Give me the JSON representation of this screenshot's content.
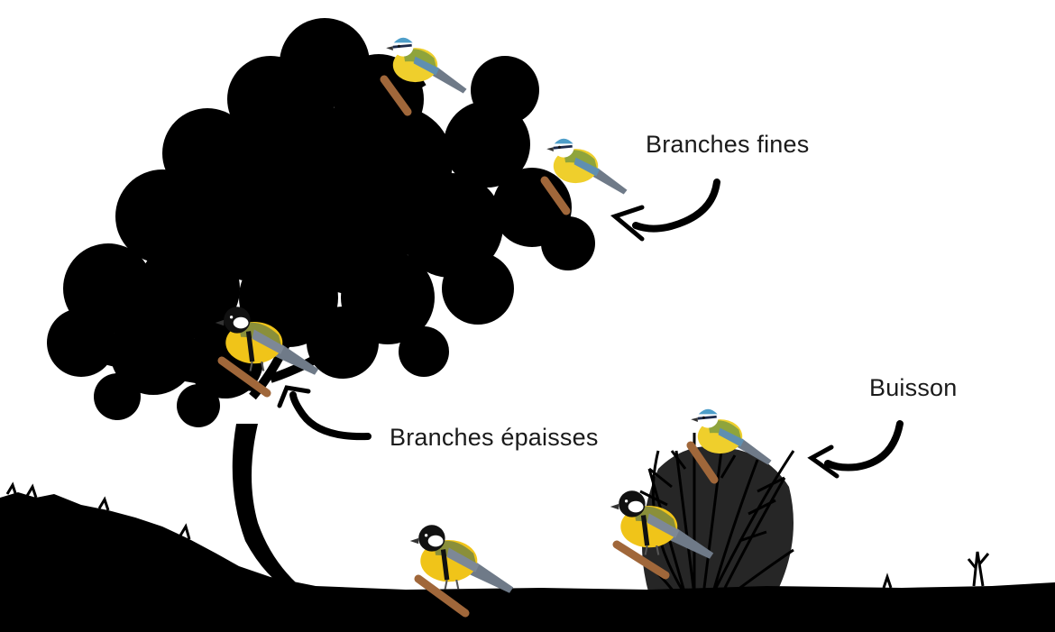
{
  "labels": {
    "thin_branches": "Branches fines",
    "thick_branches": "Branches épaisses",
    "bush": "Buisson"
  },
  "birds": [
    {
      "species": "blue-tit",
      "perch": "thin-branch"
    },
    {
      "species": "blue-tit",
      "perch": "thin-branch"
    },
    {
      "species": "great-tit",
      "perch": "thick-branch"
    },
    {
      "species": "great-tit",
      "perch": "ground"
    },
    {
      "species": "great-tit",
      "perch": "bush"
    },
    {
      "species": "blue-tit",
      "perch": "bush"
    }
  ],
  "colors": {
    "silhouette": "#000000",
    "background": "#ffffff",
    "great_tit_breast": "#f0c419",
    "great_tit_back": "#8a8f3a",
    "blue_tit_cap": "#4e9ec9",
    "blue_tit_back": "#8fa43c",
    "wing_grey": "#6f7a88",
    "perch_brown": "#a0673a",
    "text": "#1a1a1a"
  }
}
